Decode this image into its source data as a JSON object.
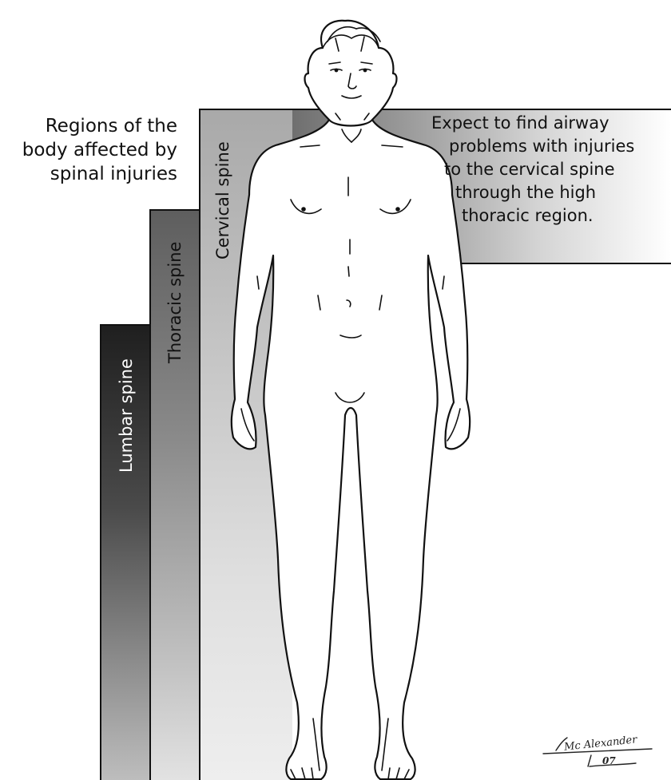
{
  "caption": {
    "line1": "Regions of the",
    "line2": "body affected by",
    "line3": "spinal injuries"
  },
  "regions": {
    "cervical": "Cervical spine",
    "thoracic": "Thoracic spine",
    "lumbar": "Lumbar spine"
  },
  "note": {
    "line1": "Expect to find airway",
    "line2": "problems with injuries",
    "line3": "to the cervical spine",
    "line4": "through the high",
    "line5": "thoracic region."
  },
  "signature": {
    "name": "Mc Alexander",
    "year": "07"
  }
}
